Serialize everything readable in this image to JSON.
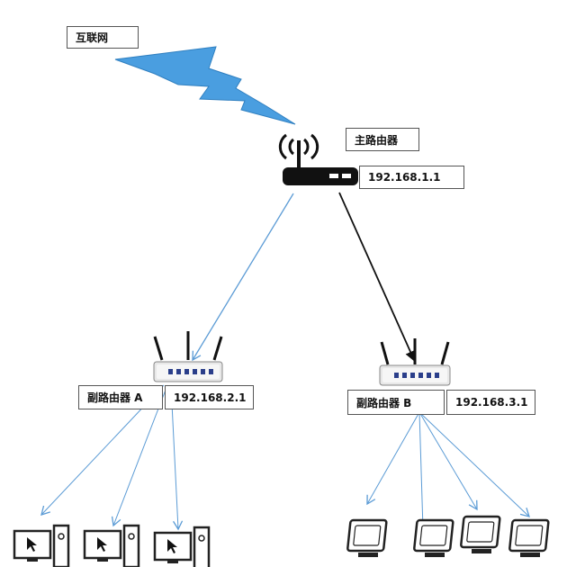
{
  "labels": {
    "internet": "互联网",
    "main_router": "主路由器",
    "main_ip": "192.168.1.1",
    "sub_router_a": "副路由器 A",
    "sub_a_ip": "192.168.2.1",
    "sub_router_b": "副路由器 B",
    "sub_b_ip": "192.168.3.1"
  },
  "icons": {
    "internet": "lightning-bolt-icon",
    "main_router": "wifi-router-icon",
    "sub_router": "antenna-router-icon",
    "desktop": "desktop-pc-icon",
    "monitor": "monitor-icon"
  },
  "colors": {
    "bolt": "#4a9ee0",
    "bolt_stroke": "#2f7fc0",
    "link_blue": "#5b9bd5",
    "link_black": "#111111",
    "device": "#222222"
  }
}
